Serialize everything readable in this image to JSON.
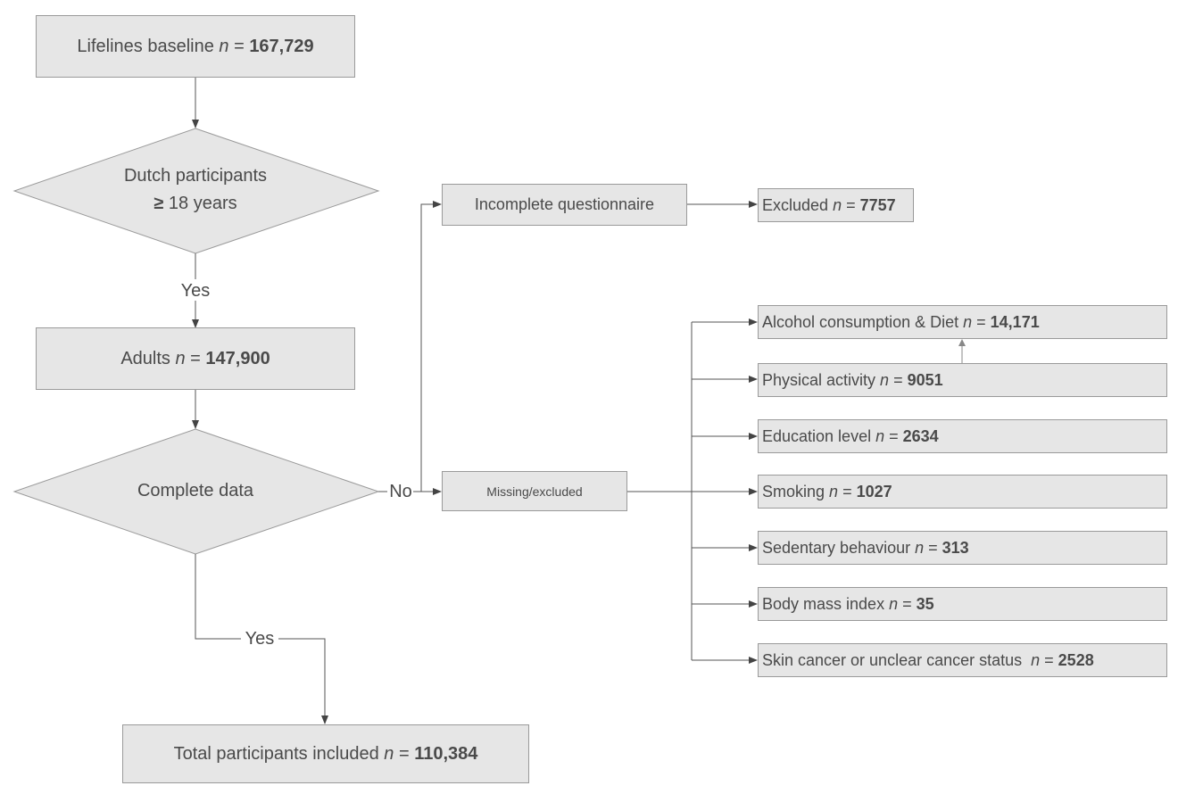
{
  "start": {
    "prefix": "Lifelines baseline ",
    "n_symbol": "n",
    "eq": " = ",
    "value": "167,729"
  },
  "decision_age": {
    "line1": "Dutch participants",
    "symbol": "≥",
    "line2": " 18 years"
  },
  "adults": {
    "prefix": "Adults ",
    "n_symbol": "n",
    "eq": " = ",
    "value": "147,900"
  },
  "decision_data": {
    "label": "Complete data"
  },
  "edges": {
    "yes_age": "Yes",
    "no_data": "No",
    "yes_data": "Yes"
  },
  "incomplete": {
    "label": "Incomplete questionnaire"
  },
  "excluded": {
    "prefix": "Excluded ",
    "n_symbol": "n",
    "eq": " = ",
    "value": "7757"
  },
  "missing": {
    "label": "Missing/excluded"
  },
  "exclusions": [
    {
      "label": "Alcohol consumption & Diet ",
      "n_symbol": "n",
      "eq": " = ",
      "value": "14,171"
    },
    {
      "label": "Physical activity ",
      "n_symbol": "n",
      "eq": " = ",
      "value": "9051"
    },
    {
      "label": "Education level ",
      "n_symbol": "n",
      "eq": " = ",
      "value": "2634"
    },
    {
      "label": "Smoking ",
      "n_symbol": "n",
      "eq": " = ",
      "value": "1027"
    },
    {
      "label": "Sedentary behaviour ",
      "n_symbol": "n",
      "eq": " = ",
      "value": "313"
    },
    {
      "label": "Body mass index ",
      "n_symbol": "n",
      "eq": " = ",
      "value": "35"
    },
    {
      "label": "Skin cancer or unclear cancer status  ",
      "n_symbol": "n",
      "eq": " = ",
      "value": "2528"
    }
  ],
  "total": {
    "prefix": "Total participants included ",
    "n_symbol": "n",
    "eq": " = ",
    "value": "110,384"
  }
}
